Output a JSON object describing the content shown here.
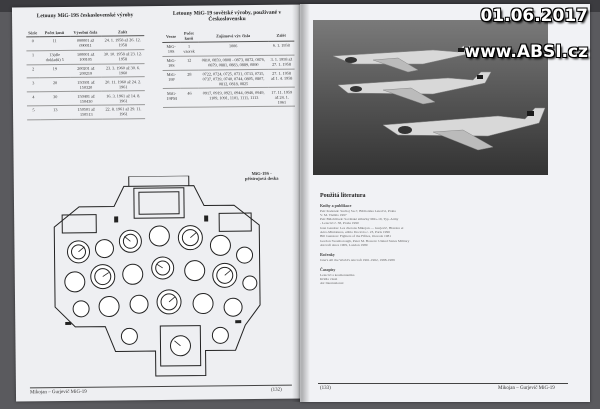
{
  "watermark": {
    "date": "01.06.2017",
    "site": "www.ABSI.cz"
  },
  "left_page": {
    "table1": {
      "caption": "Letouny MiG-19S československé výroby",
      "headers": [
        "Série",
        "Počet kusů",
        "Výrobní čísla",
        "Zalét"
      ],
      "rows": [
        [
          "0",
          "11",
          "090001 až 090011",
          "24. 1. 1958 až 26. 12. 1958"
        ],
        [
          "1",
          "13(dle dokladů) 5",
          "100001 až 100105",
          "30. 10. 1958 až 23. 12. 1958"
        ],
        [
          "2",
          "19",
          "200201 až 200219",
          "23. 3. 1960 až 30. 6. 1960"
        ],
        [
          "3",
          "20",
          "150301 až 150320",
          "20. 11. 1960 až 24. 2. 1961"
        ],
        [
          "4",
          "30",
          "150401 až 150430",
          "16. 3. 1961 až 14. 8. 1961"
        ],
        [
          "5",
          "13",
          "150501 až 150513",
          "22. 8. 1961 až 29. 11. 1961"
        ]
      ]
    },
    "table2": {
      "caption": "Letouny MiG-19 sovětské výroby, používané v Československu",
      "headers": [
        "Verze",
        "Počet kusů",
        "Zajímavá výr. čísla",
        "Zalét"
      ],
      "rows": [
        [
          "MiG-19S",
          "1 vzorek",
          "1006",
          "6. 1. 1958"
        ],
        [
          "MiG-19S",
          "12",
          "0810, 0859, 0808 - 0873, 0872, 0876, 0879, 0881, 0883, 0889, 0890",
          "3. 1. 1958 až 27. 1. 1958"
        ],
        [
          "MiG-19P",
          "28",
          "0722, 0724, 0725, 0731, 0733, 0735, 0737, 0739, 0740, 0744, 0805, 0807, 0812, 0818, 0825",
          "27. 1. 1958 až 1. 4. 1958"
        ],
        [
          "MiG-19PM",
          "46",
          "0917, 0919, 0921, 0944, 0946, 0949, 1109, 1091, 1101, 1111, 1113",
          "17. 11. 1959 až 24. 1. 1961"
        ]
      ]
    },
    "cockpit_label": "MiG-19S - přístrojová deska",
    "footer_left": "Mikojan – Gurjevič MiG-19",
    "footer_right": "(132)"
  },
  "right_page": {
    "literature_title": "Použitá literatura",
    "sections": [
      {
        "title": "Knihy a publikace",
        "lines": [
          "Petr Kaderek: Suchoj Su-7, Bibliotéka Letectví, Praha",
          "V. M. Vielitis 1997",
          "Petr Bělohlávek: Sovětské stíhačky MiG-19, Typ. Army",
          "- Letectví č. 38, Praha 1990",
          "Jean Gaudou: Les cherons Mikojan — Gurjevič, Histoire et",
          "Aéro-Miniatures, editio Docavia c. 23, Paris 1996",
          "Bill Gunston: Fighters of the Fifties, Osceola 1981",
          "Gordon Swanborough, Peter M. Bowers: United States Military",
          "Aircraft since 1909, London 1989"
        ]
      },
      {
        "title": "Ročenky",
        "lines": [
          "Jane's All the World's Aircraft 1961-1962, 1988-1989"
        ]
      },
      {
        "title": "Časopisy",
        "lines": [
          "Letectví a kosmonautika",
          "Křídla vlasti",
          "Air International"
        ]
      }
    ],
    "footer_left": "(133)",
    "footer_right": "Mikojan – Gurjevič MiG-19"
  }
}
